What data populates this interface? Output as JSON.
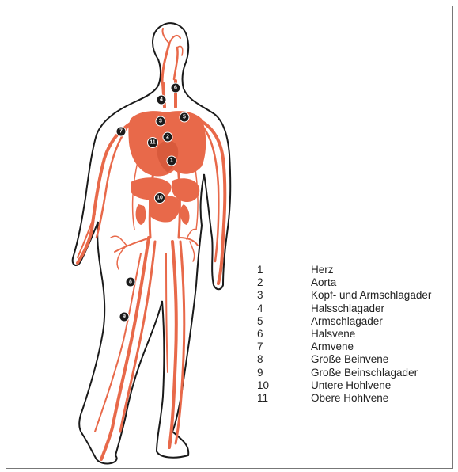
{
  "legend": [
    {
      "number": "1",
      "label": "Herz"
    },
    {
      "number": "2",
      "label": "Aorta"
    },
    {
      "number": "3",
      "label": "Kopf- und Armschlagader"
    },
    {
      "number": "4",
      "label": "Halsschlagader"
    },
    {
      "number": "5",
      "label": "Armschlagader"
    },
    {
      "number": "6",
      "label": "Halsvene"
    },
    {
      "number": "7",
      "label": "Armvene"
    },
    {
      "number": "8",
      "label": "Große Beinvene"
    },
    {
      "number": "9",
      "label": "Große Beinschlagader"
    },
    {
      "number": "10",
      "label": "Untere Hohlvene"
    },
    {
      "number": "11",
      "label": "Obere Hohlvene"
    }
  ],
  "markers": [
    "1",
    "2",
    "3",
    "4",
    "5",
    "6",
    "7",
    "8",
    "9",
    "10",
    "11"
  ],
  "colors": {
    "vessel": "#e8694a",
    "outline": "#1a1a1a",
    "marker": "#1a1a1a"
  }
}
